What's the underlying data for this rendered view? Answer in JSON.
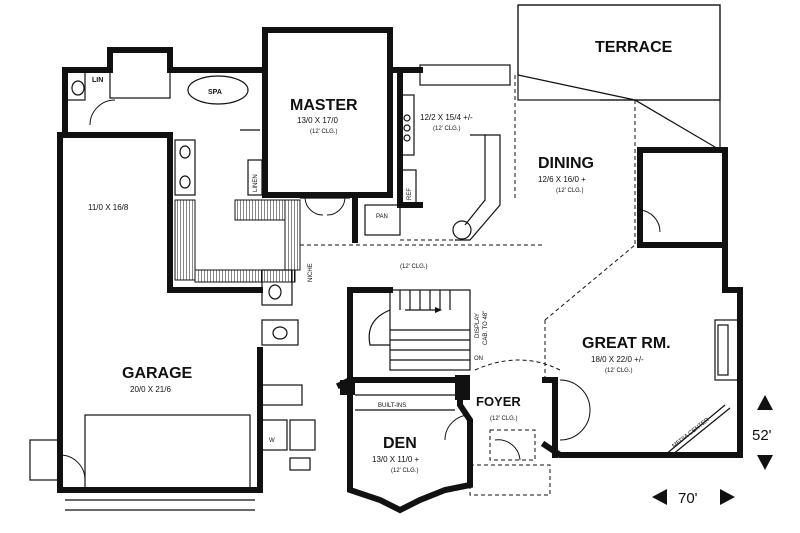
{
  "rooms": {
    "terrace": {
      "name": "TERRACE"
    },
    "master": {
      "name": "MASTER",
      "size": "13/0 X 17/0",
      "ceiling": "(12' CLG.)"
    },
    "kitchen": {
      "size": "12/2 X 15/4 +/-",
      "ceiling": "(12' CLG.)"
    },
    "dining": {
      "name": "DINING",
      "size": "12/6 X 16/0 +",
      "ceiling": "(12' CLG.)"
    },
    "garage": {
      "name": "GARAGE",
      "size": "20/0 X 21/6"
    },
    "garage_storage": {
      "size": "11/0 X 16/8"
    },
    "great_room": {
      "name": "GREAT RM.",
      "size": "18/0 X 22/0 +/-",
      "ceiling": "(12' CLG.)"
    },
    "foyer": {
      "name": "FOYER",
      "ceiling": "(12' CLG.)"
    },
    "den": {
      "name": "DEN",
      "size": "13/0 X 11/0 +",
      "ceiling": "(12' CLG.)"
    },
    "hall": {
      "ceiling": "(12' CLG.)"
    }
  },
  "fixtures": {
    "spa": "SPA",
    "lin": "LIN",
    "linen": "LINEN",
    "ref": "REF",
    "pan": "PAN",
    "niche": "NICHE",
    "display": "DISPLAY",
    "cab": "CAB. TO 48\"",
    "on": "ON",
    "built_ins": "BUILT-INS",
    "media_center": "MEDIA CENTER",
    "w": "W"
  },
  "dimensions": {
    "width": "70'",
    "depth": "52'"
  }
}
